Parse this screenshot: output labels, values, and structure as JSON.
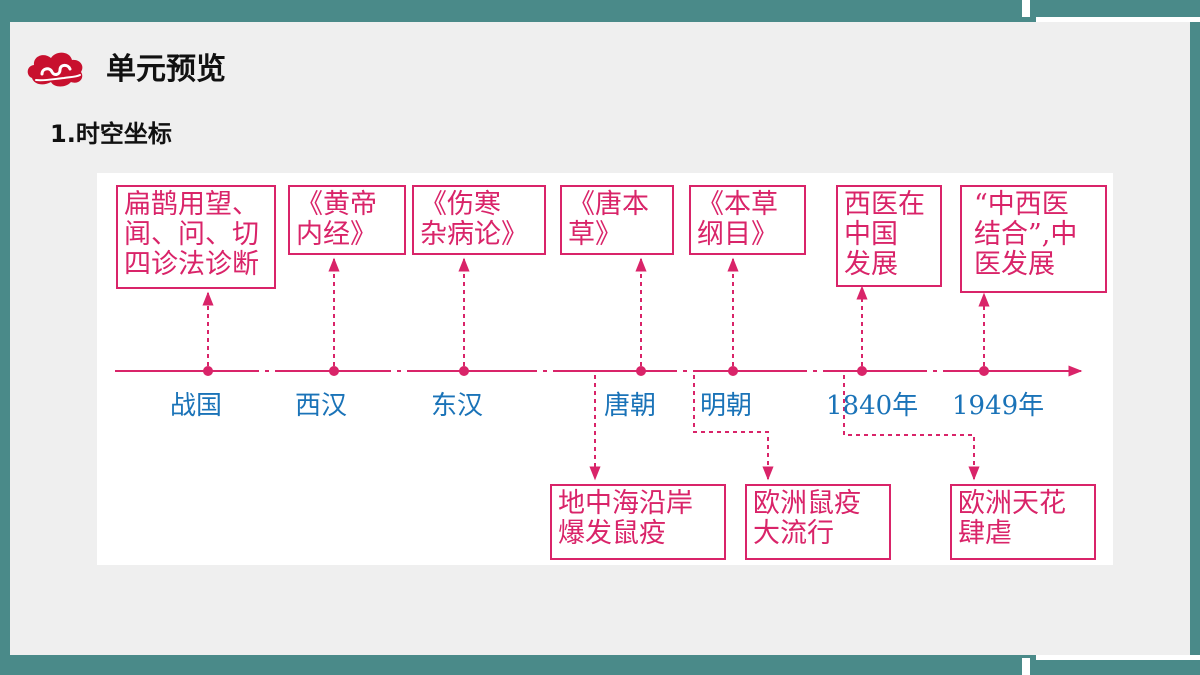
{
  "header": {
    "title": "单元预览",
    "subtitle": "1.时空坐标"
  },
  "timeline": {
    "eras": [
      "战国",
      "西汉",
      "东汉",
      "唐朝",
      "明朝",
      "1840年",
      "1949年"
    ],
    "top_events": [
      "扁鹊用望、\n闻、问、切\n四诊法诊断",
      "《黄帝\n内经》",
      "《伤寒\n杂病论》",
      "《唐本\n草》",
      "《本草\n纲目》",
      "西医在\n中国\n发展",
      "“中西医\n结合”,中\n医发展"
    ],
    "bottom_events": [
      "地中海沿岸\n爆发鼠疫",
      "欧洲鼠疫\n大流行",
      "欧洲天花\n肆虐"
    ]
  },
  "colors": {
    "frame": "#4a8a89",
    "accent": "#d92469",
    "era_text": "#1a73b8",
    "logo": "#c8102e"
  }
}
